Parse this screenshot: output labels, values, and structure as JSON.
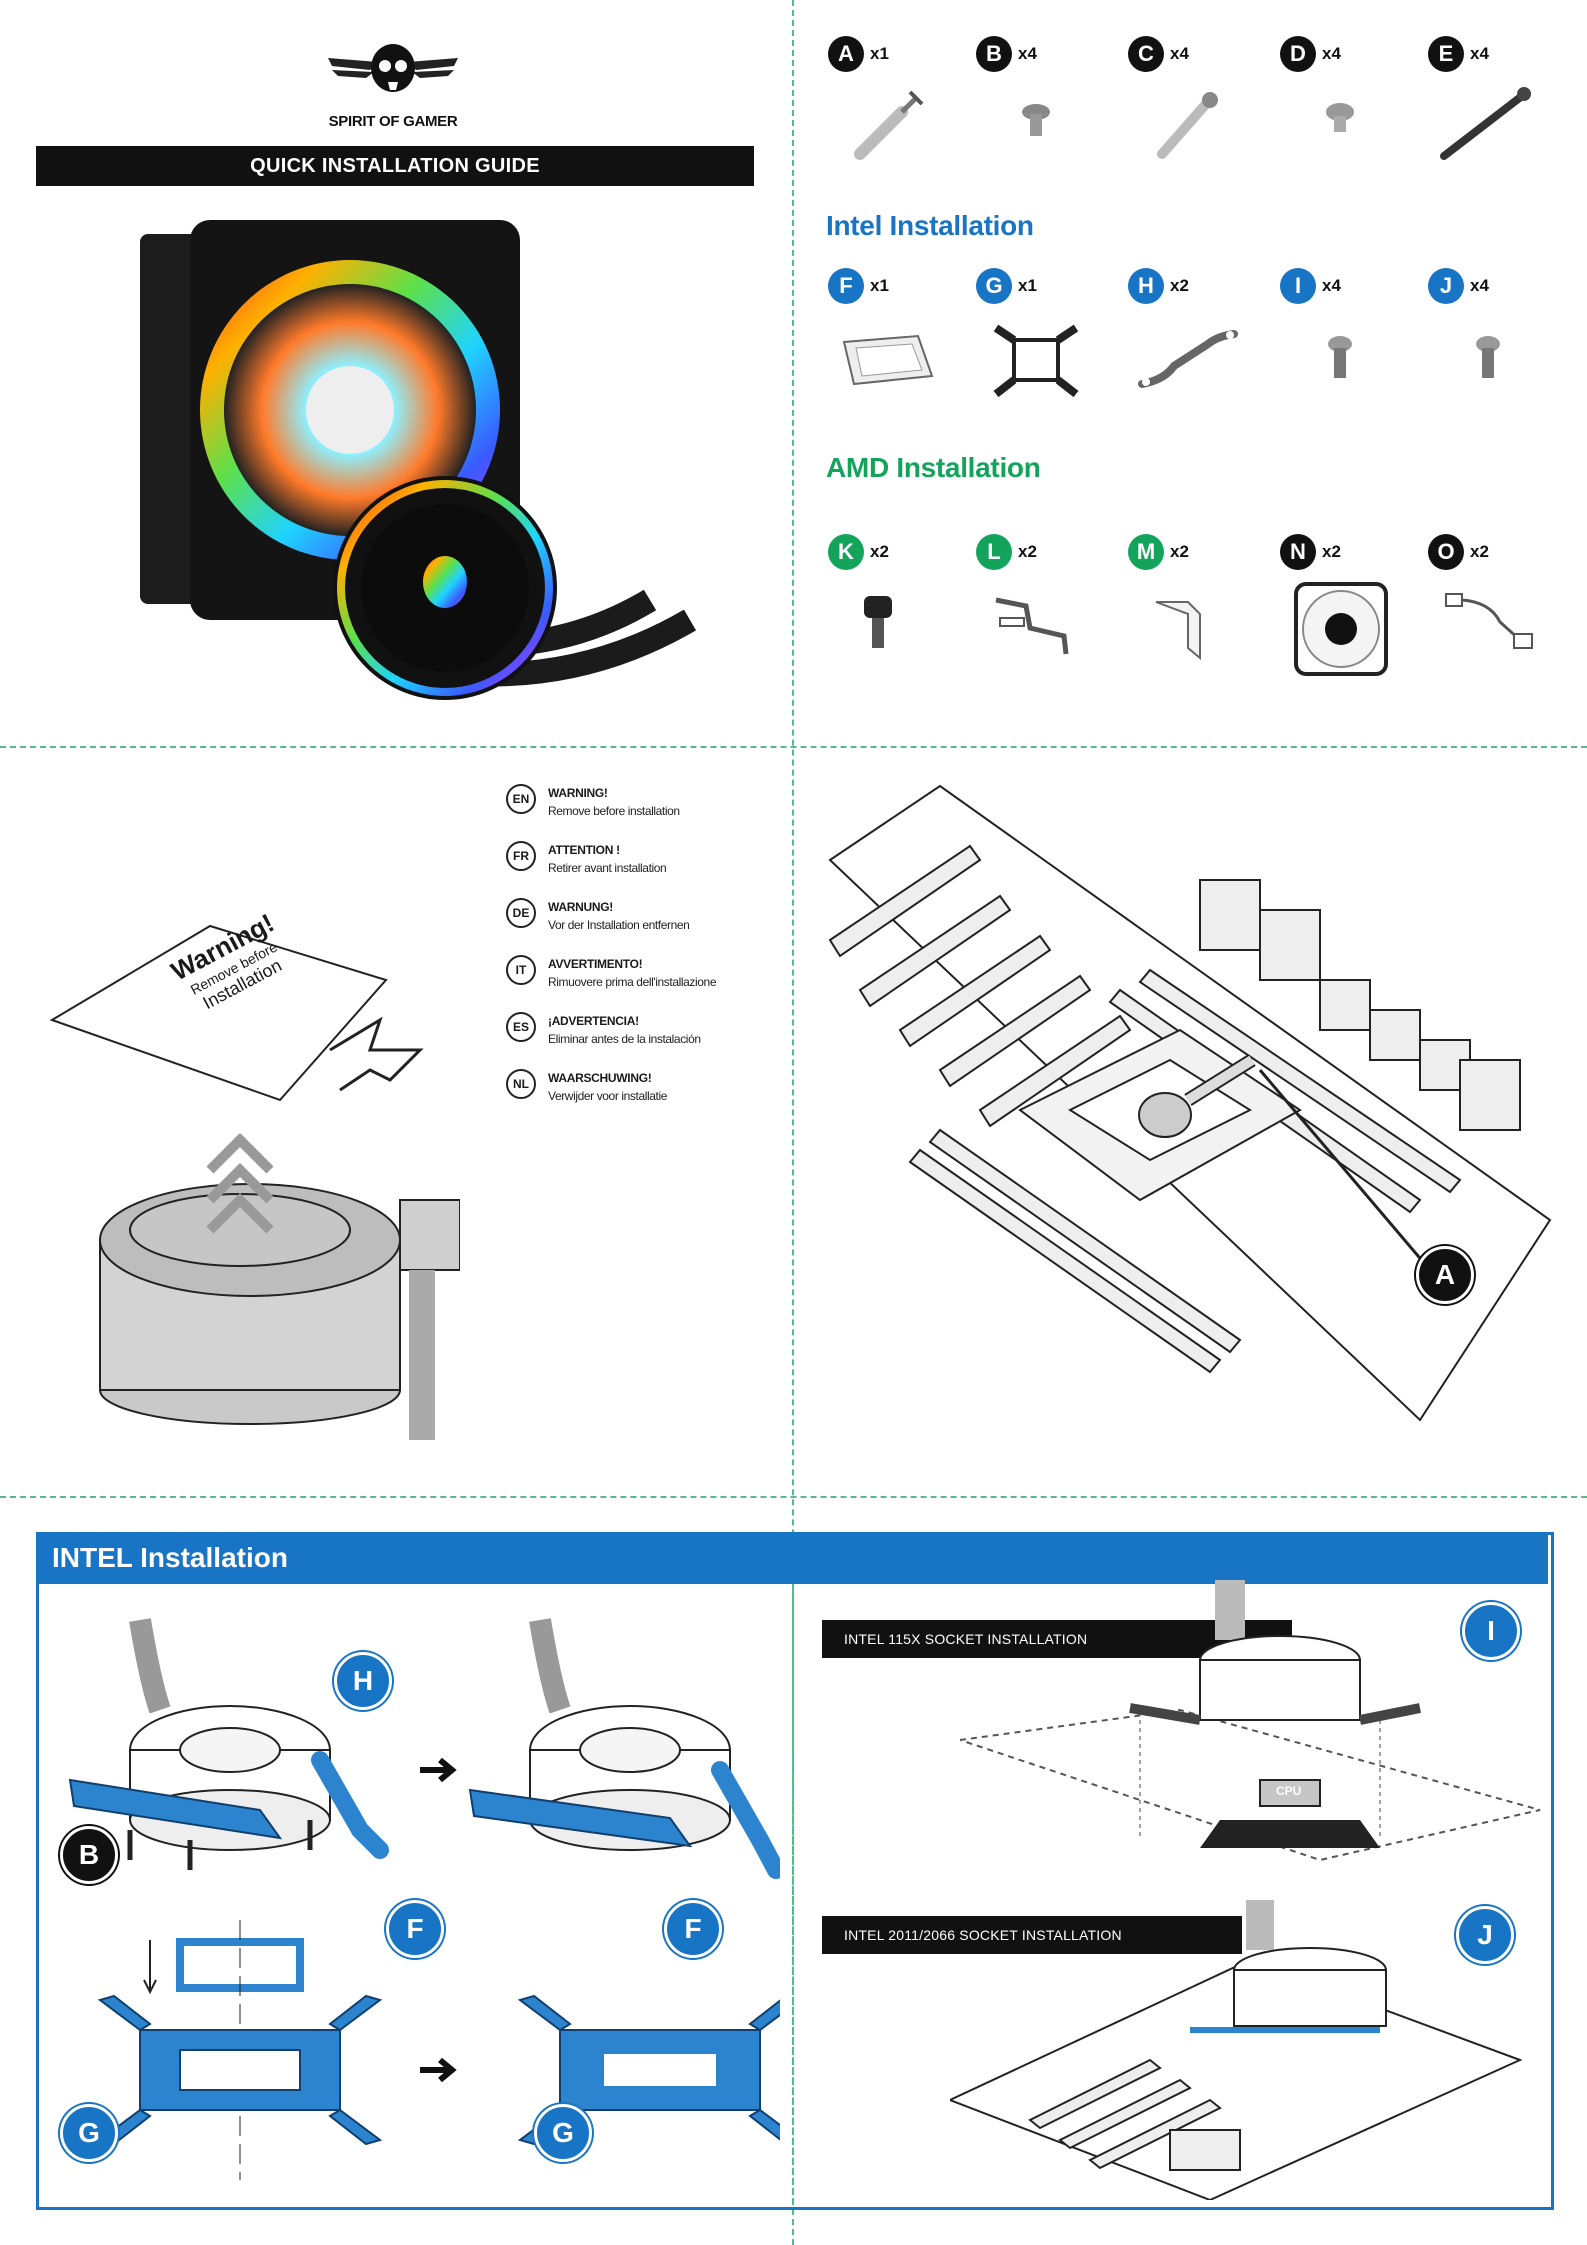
{
  "brand": {
    "name": "SPIRIT OF GAMER",
    "logo_icon": "skull-wings-logo-icon"
  },
  "guide_title": "QUICK INSTALLATION GUIDE",
  "colors": {
    "black_badge": "#111111",
    "intel_blue": "#1874c4",
    "amd_green": "#14a35a",
    "divider": "#58b98a"
  },
  "common_parts": [
    {
      "letter": "A",
      "qty": "x1",
      "icon": "thermal-paste-syringe-icon"
    },
    {
      "letter": "B",
      "qty": "x4",
      "icon": "screw-short-icon"
    },
    {
      "letter": "C",
      "qty": "x4",
      "icon": "standoff-screw-icon"
    },
    {
      "letter": "D",
      "qty": "x4",
      "icon": "screw-flat-icon"
    },
    {
      "letter": "E",
      "qty": "x4",
      "icon": "long-screw-icon"
    }
  ],
  "intel_section_title": "Intel Installation",
  "intel_parts": [
    {
      "letter": "F",
      "qty": "x1",
      "icon": "insulation-pad-icon"
    },
    {
      "letter": "G",
      "qty": "x1",
      "icon": "backplate-icon"
    },
    {
      "letter": "H",
      "qty": "x2",
      "icon": "mounting-bracket-icon"
    },
    {
      "letter": "I",
      "qty": "x4",
      "icon": "thumb-screw-icon"
    },
    {
      "letter": "J",
      "qty": "x4",
      "icon": "thumb-screw-icon"
    }
  ],
  "amd_section_title": "AMD Installation",
  "amd_parts": [
    {
      "letter": "K",
      "qty": "x2",
      "icon": "knurled-screw-icon"
    },
    {
      "letter": "L",
      "qty": "x2",
      "icon": "amd-clip-icon"
    },
    {
      "letter": "M",
      "qty": "x2",
      "icon": "amd-bracket-icon"
    },
    {
      "letter": "N",
      "qty": "x2",
      "icon": "fan-icon"
    },
    {
      "letter": "O",
      "qty": "x2",
      "icon": "fan-cable-icon"
    }
  ],
  "warning_sheet": {
    "line1": "Warning!",
    "line2": "Remove before",
    "line3": "Installation"
  },
  "warnings": [
    {
      "lang": "EN",
      "title": "WARNING!",
      "text": "Remove before installation"
    },
    {
      "lang": "FR",
      "title": "ATTENTION !",
      "text": "Retirer avant installation"
    },
    {
      "lang": "DE",
      "title": "WARNUNG!",
      "text": "Vor der Installation entfernen"
    },
    {
      "lang": "IT",
      "title": "AVVERTIMENTO!",
      "text": "Rimuovere prima dell'installazione"
    },
    {
      "lang": "ES",
      "title": "¡ADVERTENCIA!",
      "text": "Eliminar antes de la instalación"
    },
    {
      "lang": "NL",
      "title": "WAARSCHUWING!",
      "text": "Verwijder voor installatie"
    }
  ],
  "motherboard_callout": "A",
  "intel_install": {
    "title": "INTEL Installation",
    "socket_115x": "INTEL 115X SOCKET INSTALLATION",
    "socket_2011": "INTEL 2011/2066 SOCKET INSTALLATION",
    "cpu_label": "CPU",
    "callouts": {
      "h": "H",
      "b": "B",
      "f": "F",
      "g": "G",
      "i": "I",
      "j": "J"
    }
  }
}
